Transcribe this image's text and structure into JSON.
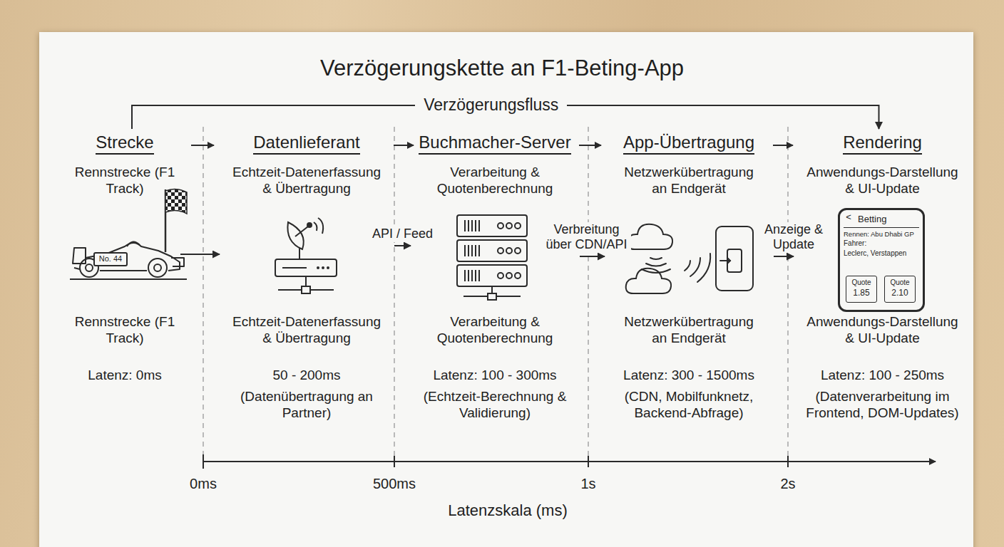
{
  "diagram": {
    "title": "Verzögerungskette an F1-Beting-App",
    "nodes": [
      {
        "text": [
          "Strecke",
          "Rennstrecke (F1 Track)",
          "Rennstrecke (F1 Track)",
          "Latenz: 0ms"
        ]
      },
      {
        "text": [
          "Datenlieferant",
          "Echtzeit-Datenerfassung & Übertragung",
          "Echtzeit-Datenerfassung & Übertragung",
          "50 - 200ms",
          "(Datenübertragung an Partner)"
        ]
      },
      {
        "text": [
          "Buchmacher-Server",
          "Verarbeitung & Quotenberechnung",
          "Verarbeitung & Quotenberechnung",
          "Latenz: 100 - 300ms",
          "(Echtzeit-Berechnung & Validierung)"
        ]
      },
      {
        "text": [
          "App-Übertragung",
          "Netzwerkübertragung an Endgerät",
          "Netzwerkübertragung an Endgerät",
          "Latenz: 300 - 1500ms",
          "(CDN, Mobilfunknetz, Backend-Abfrage)"
        ]
      },
      {
        "text": [
          "Rendering",
          "Anwendungs-Darstellung & UI-Update",
          "Anwendungs-Darstellung & UI-Update",
          "Latenz: 100 - 250ms",
          "(Datenverarbeitung im Frontend, DOM-Updates)"
        ]
      },
      {
        "text": [
          "Betting",
          "Rennen: Abu Dhabi GP",
          "Fahrer:",
          "Leclerc, Verstappen"
        ],
        "in": 4
      },
      {
        "text": [
          "Quote",
          "1.85"
        ],
        "in": 5
      },
      {
        "text": [
          "Quote",
          "2.10"
        ],
        "in": 5
      }
    ],
    "edges": [
      {
        "from": 0,
        "to": 4,
        "label": "Verzögerungsfluss",
        "arrow": "to"
      },
      {
        "from": 0,
        "to": 1,
        "arrow": "to"
      },
      {
        "from": 1,
        "to": 2,
        "label": "API / Feed",
        "arrow": "to"
      },
      {
        "from": 2,
        "to": 3,
        "label": "Verbreitung über CDN/API",
        "arrow": "to"
      },
      {
        "from": 3,
        "to": 4,
        "label": "Anzeige & Update",
        "arrow": "to"
      }
    ],
    "labels": [
      "No. 44",
      "<",
      "0ms",
      "500ms",
      "1s",
      "2s",
      "Latenzskala (ms)"
    ]
  }
}
